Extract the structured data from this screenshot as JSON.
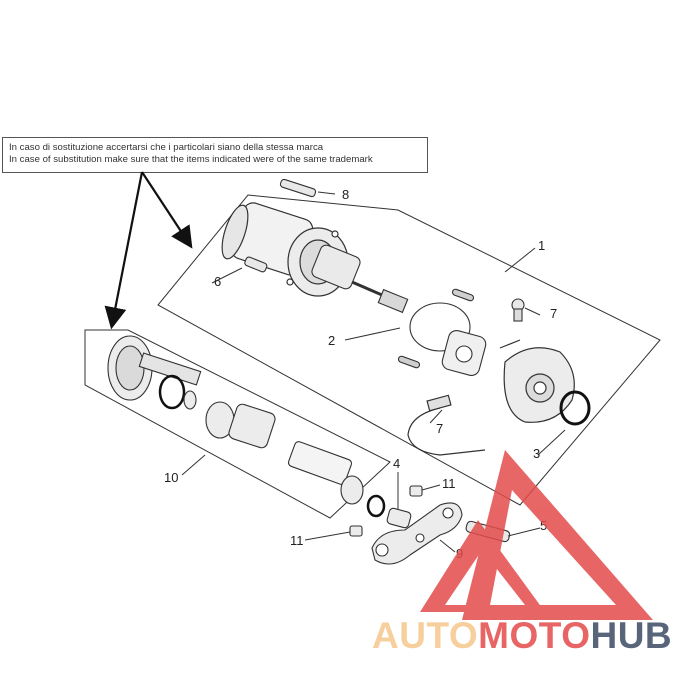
{
  "note": {
    "line_it": "In caso di sostituzione accertarsi che i particolari siano della stessa marca",
    "line_en": "In case of substitution make sure that the items indicated were of the same trademark"
  },
  "callouts": {
    "c1": "1",
    "c2": "2",
    "c3": "3",
    "c4": "4",
    "c5": "5",
    "c6": "6",
    "c7a": "7",
    "c7b": "7",
    "c8": "8",
    "c9": "9",
    "c10": "10",
    "c11a": "11",
    "c11b": "11"
  },
  "watermark": {
    "part1": "AUTO",
    "part2": "MOTO",
    "part3": "HUB",
    "color_light": "#f5c78c",
    "color_red": "#e34b4b",
    "color_dark": "#3b4a63"
  }
}
